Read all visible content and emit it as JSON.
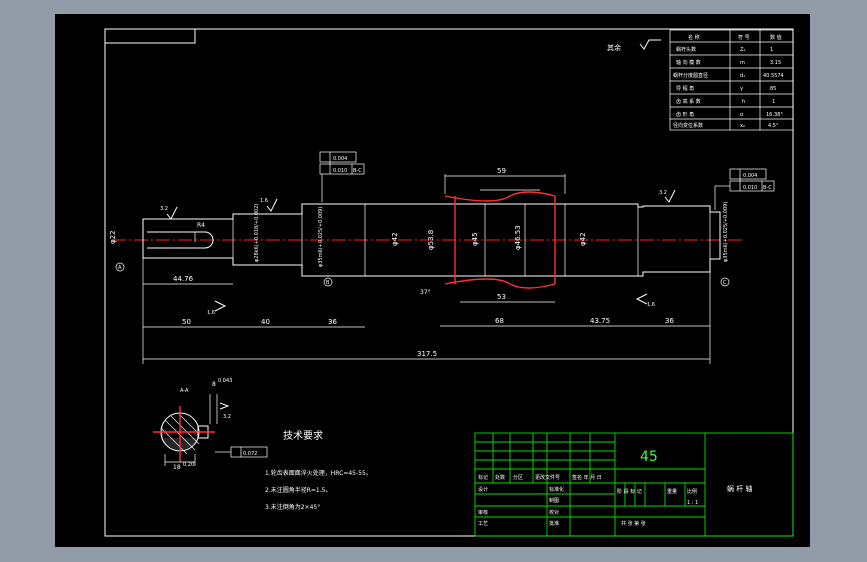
{
  "drawing": {
    "remainder_label": "其余",
    "title_material": "45",
    "title_part_name": "蜗 杆 轴",
    "scale": "1 : 1",
    "sheet_info": "共   张   第   张",
    "title_block_labels": {
      "mark": "标记",
      "count": "处数",
      "zone": "分区",
      "change_doc": "更改文件号",
      "sign_date": "签名 年 月 日",
      "designer": "设计",
      "standardize": "标准化",
      "stage_mark": "阶 段 标 记",
      "weight": "重量",
      "scale_label": "比例",
      "checker": "审核",
      "process": "工艺",
      "approve": "批准",
      "proof": "校对",
      "drawn": "制图"
    }
  },
  "param_table": {
    "headers": [
      "名 称",
      "符 号",
      "数 值"
    ],
    "rows": [
      [
        "蜗杆头数",
        "Z₁",
        "1"
      ],
      [
        "轴 向 模 数",
        "m",
        "3.15"
      ],
      [
        "蜗杆分度圆直径",
        "d₁",
        "40.5574"
      ],
      [
        "导 程 角",
        "γ",
        "85"
      ],
      [
        "齿 高 系 数",
        "h",
        "1"
      ],
      [
        "齿 形 角",
        "α",
        "16.38°"
      ],
      [
        "径向变位系数",
        "x₂",
        "4.5°"
      ]
    ]
  },
  "dimensions": {
    "d22": "φ22",
    "len_4476": "44.76",
    "len_50": "50",
    "len_40": "40",
    "len_36a": "36",
    "len_59": "59",
    "len_53": "53",
    "len_68": "68",
    "len_4375": "43.75",
    "len_36b": "36",
    "total": "317.5",
    "d_shaft1": "φ28k6(+0.018/+0.002)",
    "d_shaft2": "φ35m6(+0.025/+0.009)",
    "d42a": "φ42",
    "d538": "φ53.8",
    "d45": "φ45",
    "d4653": "φ46.53",
    "d42b": "φ42",
    "d_shaft3": "φ35m6(+0.025/+0.009)",
    "angle": "37°",
    "r4": "R4",
    "tol1": "0.004",
    "tol2": "0.010",
    "datum1": "B-C",
    "tol3": "0.004",
    "tol4": "0.010",
    "datum2": "B-C",
    "circle_b": "B",
    "circle_c": "C",
    "circle_a": "A",
    "rough_32a": "3.2",
    "rough_32b": "3.2",
    "rough_16a": "1.6",
    "rough_16b": "1.6",
    "rough_16c": "1.6",
    "section_label": "A-A",
    "section_dim1": "8",
    "section_tol1": "0.043",
    "section_dim2": "18",
    "section_tol2": "0.20",
    "section_tol3": "0.072",
    "section_rough": "3.2"
  },
  "notes": {
    "title": "技术要求",
    "items": [
      "1.轮齿表面面淬火处理，HRC=45-55。",
      "2.未注圆角半径R=1.5。",
      "3.未注倒角为2×45°"
    ]
  }
}
